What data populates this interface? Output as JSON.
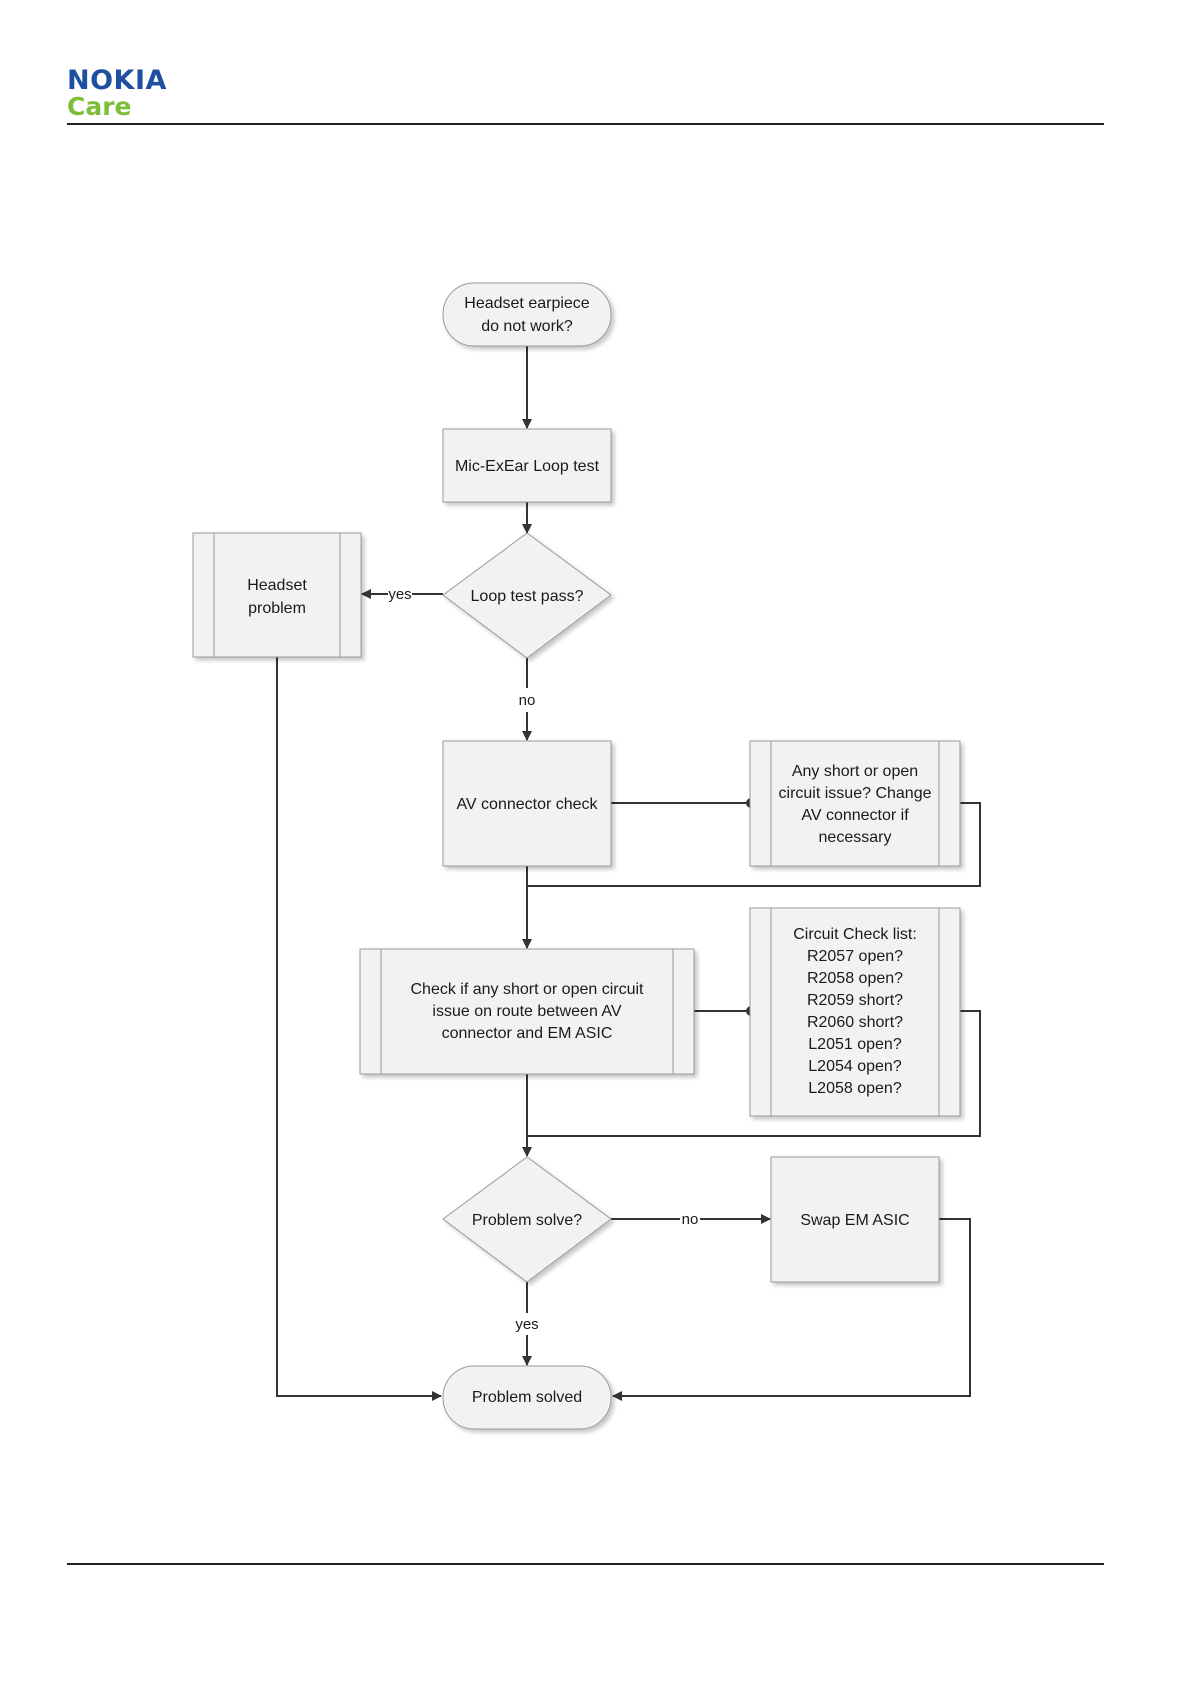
{
  "header": {
    "brand": "NOKIA",
    "subbrand": "Care",
    "brand_color": "#1e4fa0",
    "subbrand_color": "#7cbd3a"
  },
  "flowchart": {
    "start": [
      "Headset earpiece",
      "do not work?"
    ],
    "loop_test": "Mic-ExEar Loop test",
    "decision_loop": "Loop test pass?",
    "headset_problem": [
      "Headset",
      "problem"
    ],
    "av_check": "AV connector check",
    "av_note": [
      "Any short or open",
      "circuit issue? Change",
      "AV connector if",
      "necessary"
    ],
    "route_check": [
      "Check if any short or open circuit",
      "issue on route between AV",
      "connector  and EM ASIC"
    ],
    "checklist": [
      "Circuit Check list:",
      "R2057 open?",
      "R2058 open?",
      "R2059 short?",
      "R2060 short?",
      "L2051 open?",
      "L2054 open?",
      "L2058 open?"
    ],
    "decision_solve": "Problem solve?",
    "swap": "Swap EM ASIC",
    "end": "Problem solved",
    "labels": {
      "yes_left": "yes",
      "no_down": "no",
      "no_right": "no",
      "yes_down": "yes"
    }
  }
}
